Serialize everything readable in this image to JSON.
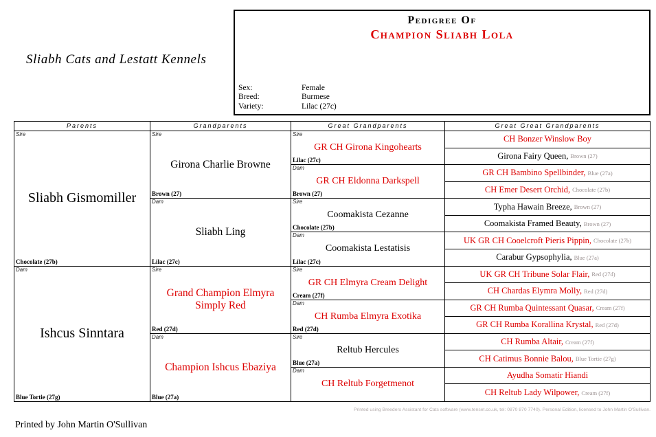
{
  "page": {
    "kennel_title": "Sliabh Cats and Lestatt Kennels",
    "printed_by": "Printed by John Martin O'Sullivan",
    "footer_note": "Printed using Breeders Assistant for Cats software (www.tenset.co.uk, tel: 0870 870 7740). Personal Edition, licensed to John Martin O'Sullivan."
  },
  "header": {
    "title_prefix": "Pedigree Of",
    "subject_name": "Champion Sliabh Lola",
    "info_rows": [
      {
        "label": "Sex:",
        "value": "Female"
      },
      {
        "label": "Breed:",
        "value": "Burmese"
      },
      {
        "label": "Variety:",
        "value": "Lilac (27c)"
      }
    ]
  },
  "colors": {
    "accent_red": "#dd0000",
    "variety_gray": "#9a9090"
  },
  "table": {
    "column_headers": [
      "Parents",
      "Grandparents",
      "Great Grandparents",
      "Great Great Grandparents"
    ],
    "parents": [
      {
        "relation": "Sire",
        "name": "Sliabh Gismomiller",
        "variety": "Chocolate (27b)",
        "highlight": false
      },
      {
        "relation": "Dam",
        "name": "Ishcus Sinntara",
        "variety": "Blue Tortie (27g)",
        "highlight": false
      }
    ],
    "grandparents": [
      {
        "relation": "Sire",
        "name": "Girona Charlie Browne",
        "variety": "Brown (27)",
        "highlight": false
      },
      {
        "relation": "Dam",
        "name": "Sliabh Ling",
        "variety": "Lilac (27c)",
        "highlight": false
      },
      {
        "relation": "Sire",
        "name": "Grand Champion Elmyra Simply Red",
        "variety": "Red (27d)",
        "highlight": true
      },
      {
        "relation": "Dam",
        "name": "Champion Ishcus Ebaziya",
        "variety": "Blue (27a)",
        "highlight": true
      }
    ],
    "great_grandparents": [
      {
        "relation": "Sire",
        "name": "GR CH Girona Kingohearts",
        "variety": "Lilac (27c)",
        "highlight": true
      },
      {
        "relation": "Dam",
        "name": "GR CH Eldonna Darkspell",
        "variety": "Brown (27)",
        "highlight": true
      },
      {
        "relation": "Sire",
        "name": "Coomakista Cezanne",
        "variety": "Chocolate (27b)",
        "highlight": false
      },
      {
        "relation": "Dam",
        "name": "Coomakista Lestatisis",
        "variety": "Lilac (27c)",
        "highlight": false
      },
      {
        "relation": "Sire",
        "name": "GR CH Elmyra Cream Delight",
        "variety": "Cream (27f)",
        "highlight": true
      },
      {
        "relation": "Dam",
        "name": "CH Rumba Elmyra Exotika",
        "variety": "Red (27d)",
        "highlight": true
      },
      {
        "relation": "Sire",
        "name": "Reltub Hercules",
        "variety": "Blue (27a)",
        "highlight": false
      },
      {
        "relation": "Dam",
        "name": "CH Reltub Forgetmenot",
        "variety": "",
        "highlight": true
      }
    ],
    "great_great_grandparents": [
      {
        "name": "CH Bonzer Winslow Boy",
        "variety": "",
        "highlight": true
      },
      {
        "name": "Girona Fairy Queen",
        "variety": "Brown (27)",
        "highlight": false
      },
      {
        "name": "GR CH Bambino Spellbinder",
        "variety": "Blue (27a)",
        "highlight": true
      },
      {
        "name": "CH Emer Desert Orchid",
        "variety": "Chocolate (27b)",
        "highlight": true
      },
      {
        "name": "Typha Hawain Breeze",
        "variety": "Brown (27)",
        "highlight": false
      },
      {
        "name": "Coomakista Framed Beauty",
        "variety": "Brown (27)",
        "highlight": false
      },
      {
        "name": "UK GR CH Cooelcroft Pieris Pippin",
        "variety": "Chocolate (27b)",
        "highlight": true
      },
      {
        "name": "Carabur Gypsophylia",
        "variety": "Blue (27a)",
        "highlight": false
      },
      {
        "name": "UK GR CH Tribune Solar Flair",
        "variety": "Red (27d)",
        "highlight": true
      },
      {
        "name": "CH Chardas Elymra Molly",
        "variety": "Red (27d)",
        "highlight": true
      },
      {
        "name": "GR CH Rumba Quintessant Quasar",
        "variety": "Cream (27f)",
        "highlight": true
      },
      {
        "name": "GR CH Rumba Korallina Krystal",
        "variety": "Red (27d)",
        "highlight": true
      },
      {
        "name": "CH Rumba Altair",
        "variety": "Cream (27f)",
        "highlight": true
      },
      {
        "name": "CH Catimus Bonnie Balou",
        "variety": "Blue Tortie (27g)",
        "highlight": true
      },
      {
        "name": "Ayudha Somatir Hiandi",
        "variety": "",
        "highlight": true
      },
      {
        "name": "CH Reltub Lady Wilpower",
        "variety": "Cream (27f)",
        "highlight": true
      }
    ]
  }
}
